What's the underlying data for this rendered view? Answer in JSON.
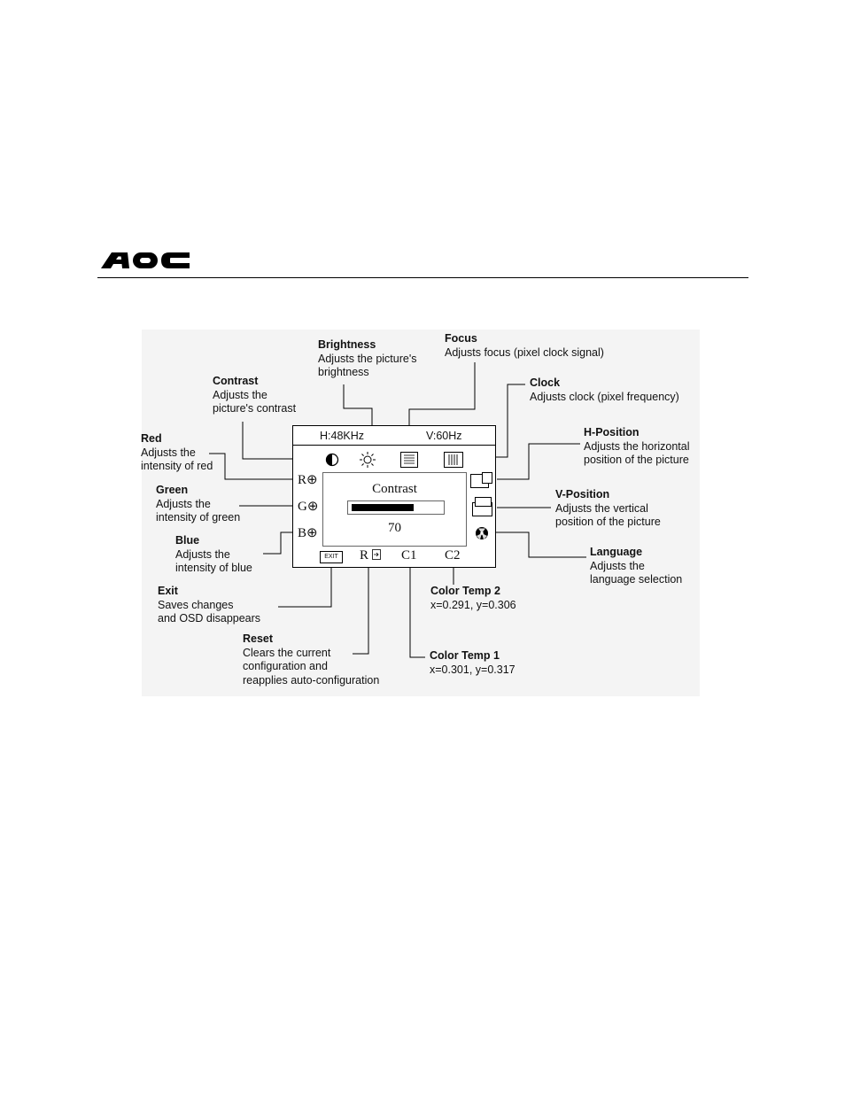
{
  "osd": {
    "h_freq": "H:48KHz",
    "v_freq": "V:60Hz",
    "red_label": "R",
    "green_label": "G",
    "blue_label": "B",
    "active_item": "Contrast",
    "active_value": "70",
    "level_fraction": 0.7,
    "reset_label": "R",
    "exit_label": "EXIT",
    "c1_label": "C1",
    "c2_label": "C2"
  },
  "callouts": {
    "brightness": {
      "title": "Brightness",
      "line1": "Adjusts the picture's",
      "line2": "brightness"
    },
    "focus": {
      "title": "Focus",
      "line1": "Adjusts focus (pixel clock signal)"
    },
    "contrast": {
      "title": "Contrast",
      "line1": "Adjusts the",
      "line2": "picture's contrast"
    },
    "clock": {
      "title": "Clock",
      "line1": "Adjusts clock (pixel frequency)"
    },
    "red": {
      "title": "Red",
      "line1": "Adjusts the",
      "line2": "intensity of red"
    },
    "hpos": {
      "title": "H-Position",
      "line1": "Adjusts the horizontal",
      "line2": "position of the picture"
    },
    "green": {
      "title": "Green",
      "line1": "Adjusts the",
      "line2": "intensity of green"
    },
    "vpos": {
      "title": "V-Position",
      "line1": "Adjusts the vertical",
      "line2": "position of the picture"
    },
    "blue": {
      "title": "Blue",
      "line1": "Adjusts the",
      "line2": "intensity of blue"
    },
    "language": {
      "title": "Language",
      "line1": "Adjusts the",
      "line2": "language selection"
    },
    "exit": {
      "title": "Exit",
      "line1": "Saves changes",
      "line2": "and OSD disappears"
    },
    "ctemp2": {
      "title": "Color Temp 2",
      "line1": "x=0.291, y=0.306"
    },
    "reset": {
      "title": "Reset",
      "line1": "Clears the current",
      "line2": "configuration and",
      "line3": "reapplies auto-configuration"
    },
    "ctemp1": {
      "title": "Color Temp 1",
      "line1": "x=0.301, y=0.317"
    }
  },
  "icons": [
    "aoc-logo",
    "contrast-icon",
    "brightness-icon",
    "focus-icon",
    "clock-icon",
    "h-position-icon",
    "v-position-icon",
    "language-icon",
    "reset-icon"
  ]
}
